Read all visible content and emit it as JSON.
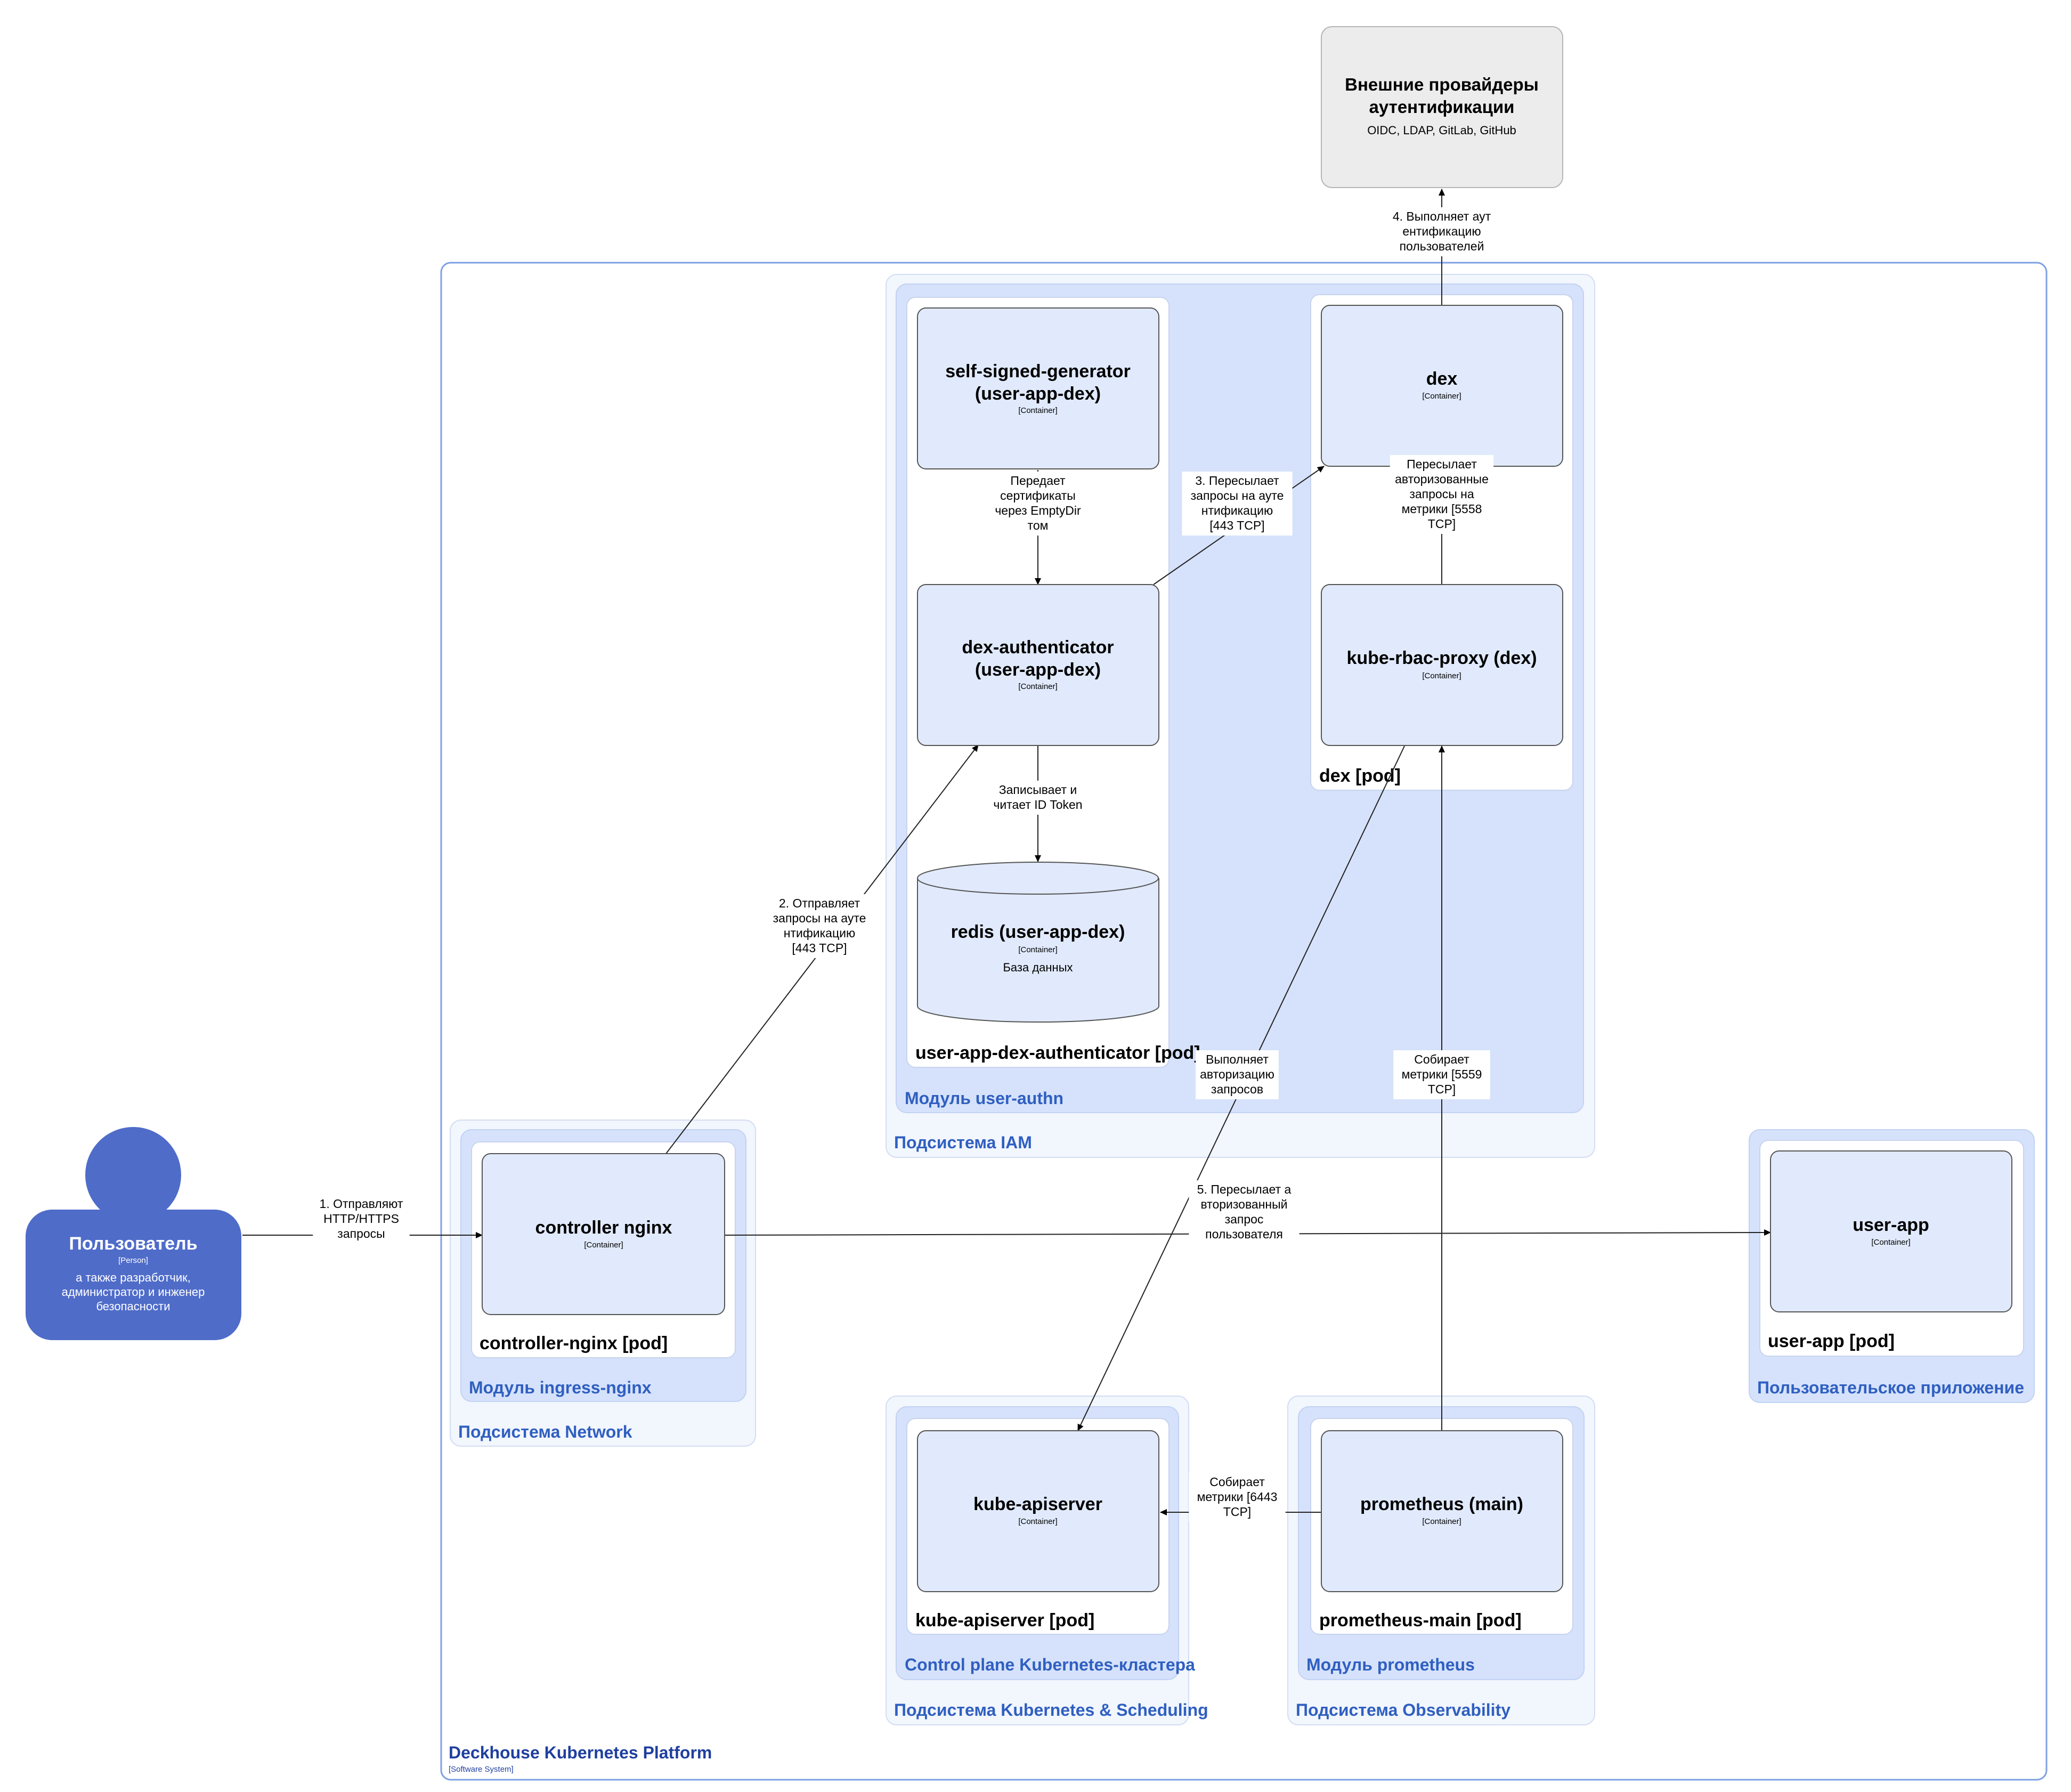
{
  "system": {
    "title": "Deckhouse Kubernetes Platform",
    "tag": "[Software System]"
  },
  "external": {
    "title_line1": "Внешние провайдеры",
    "title_line2": "аутентификации",
    "desc": "OIDC, LDAP, GitLab, GitHub"
  },
  "person": {
    "title": "Пользователь",
    "tag": "[Person]",
    "desc_line1": "а также разработчик,",
    "desc_line2": "администратор и инженер",
    "desc_line3": "безопасности"
  },
  "groups": {
    "iam": "Подсистема IAM",
    "user_authn": "Модуль user-authn",
    "network": "Подсистема Network",
    "ingress": "Модуль ingress-nginx",
    "k8s": "Подсистема Kubernetes & Scheduling",
    "control_plane": "Control plane Kubernetes-кластера",
    "observability": "Подсистема Observability",
    "prometheus_module": "Модуль prometheus",
    "user_application": "Пользовательское приложение"
  },
  "pods": {
    "dex_authenticator": "user-app-dex-authenticator [pod]",
    "dex": "dex [pod]",
    "controller_nginx": "controller-nginx [pod]",
    "kube_apiserver": "kube-apiserver [pod]",
    "prometheus_main": "prometheus-main [pod]",
    "user_app": "user-app [pod]"
  },
  "containers": {
    "tag": "[Container]",
    "self_signed_line1": "self-signed-generator",
    "self_signed_line2": "(user-app-dex)",
    "dex_auth_line1": "dex-authenticator",
    "dex_auth_line2": "(user-app-dex)",
    "redis": "redis (user-app-dex)",
    "redis_desc": "База данных",
    "dex": "dex",
    "kube_rbac_proxy": "kube-rbac-proxy (dex)",
    "controller_nginx": "controller nginx",
    "kube_apiserver": "kube-apiserver",
    "prometheus": "prometheus (main)",
    "user_app": "user-app"
  },
  "edges": {
    "e1": [
      "1. Отправляют",
      "HTTP/HTTPS",
      "запросы"
    ],
    "e2": [
      "2. Отправляет",
      "запросы на ауте",
      "нтификацию",
      "[443 TCP]"
    ],
    "e3": [
      "3. Пересылает",
      "запросы на ауте",
      "нтификацию",
      "[443 TCP]"
    ],
    "e4": [
      "4. Выполняет аут",
      "ентификацию",
      "пользователей"
    ],
    "e5": [
      "5. Пересылает а",
      "вторизованный",
      "запрос",
      "пользователя"
    ],
    "certs": [
      "Передает",
      "сертификаты",
      "через EmptyDir",
      "том"
    ],
    "token": [
      "Записывает и",
      "читает ID Token"
    ],
    "rbac_fwd": [
      "Пересылает",
      "авторизованные",
      "запросы на",
      "метрики [5558",
      "TCP]"
    ],
    "authz": [
      "Выполняет",
      "авторизацию",
      "запросов"
    ],
    "metrics_5559": [
      "Собирает",
      "метрики [5559",
      "TCP]"
    ],
    "metrics_6443": [
      "Собирает",
      "метрики [6443",
      "TCP]"
    ]
  },
  "colors": {
    "container_fill": "#e1eafc",
    "module_fill": "#d6e2fb",
    "subsystem_fill": "#f2f6fd",
    "border": "#9fb6e6",
    "person": "#4f6cc9",
    "external_fill": "#ececec",
    "group_text": "#2f5fc0"
  }
}
